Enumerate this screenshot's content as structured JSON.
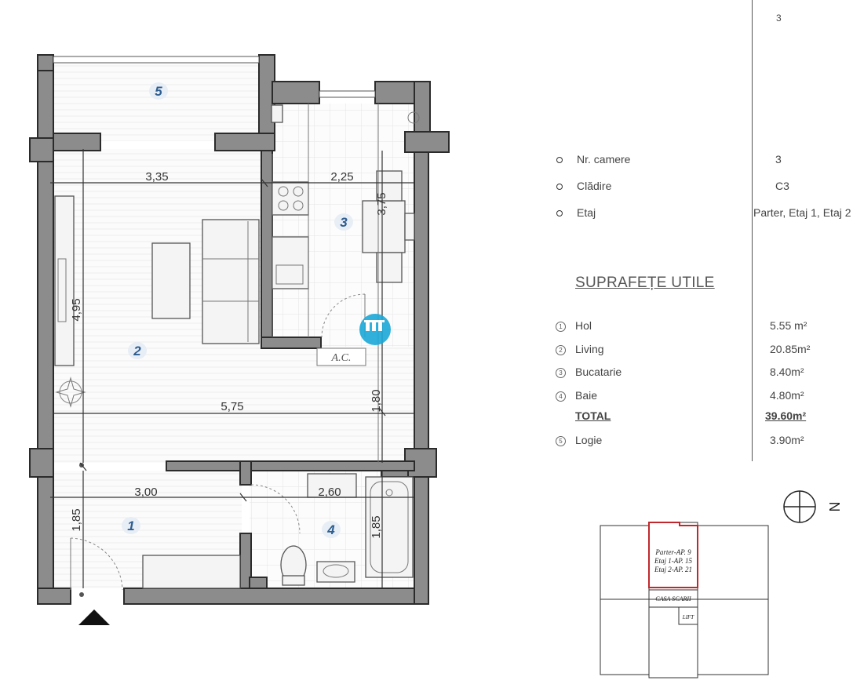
{
  "rooms": {
    "r1": "1",
    "r2": "2",
    "r3": "3",
    "r4": "4",
    "r5": "5"
  },
  "dimensions": {
    "d_335": "3,35",
    "d_225": "2,25",
    "d_375": "3,75",
    "d_495": "4,95",
    "d_575": "5,75",
    "d_180": "1,80",
    "d_300": "3,00",
    "d_260": "2,60",
    "d_185a": "1,85",
    "d_185b": "1,85"
  },
  "ac_label": "A.C.",
  "header_value": "3",
  "info": [
    {
      "label": "Nr. camere",
      "value": "3"
    },
    {
      "label": "Clădire",
      "value": "C3"
    },
    {
      "label": "Etaj",
      "value": "Parter, Etaj 1, Etaj 2"
    }
  ],
  "surfaces": {
    "title": "SUPRAFEȚE UTILE",
    "items": [
      {
        "num": "1",
        "name": "Hol",
        "value": "5.55 m²"
      },
      {
        "num": "2",
        "name": "Living",
        "value": "20.85m²"
      },
      {
        "num": "3",
        "name": "Bucatarie",
        "value": "8.40m²"
      },
      {
        "num": "4",
        "name": "Baie",
        "value": "4.80m²"
      }
    ],
    "total": {
      "name": "TOTAL",
      "value": "39.60m²"
    },
    "extra": {
      "num": "5",
      "name": "Logie",
      "value": "3.90m²"
    }
  },
  "compass_label": "N",
  "keyplan": {
    "apt1": "Parter-AP. 9",
    "apt2": "Etaj 1-AP. 15",
    "apt3": "Etaj 2-AP. 21",
    "stairs": "CASA SCARII",
    "lift": "LIFT"
  },
  "colors": {
    "room_number": "#2e5d8f",
    "wall": "#8c8c8c",
    "keyplan_highlight": "#c0282d"
  }
}
